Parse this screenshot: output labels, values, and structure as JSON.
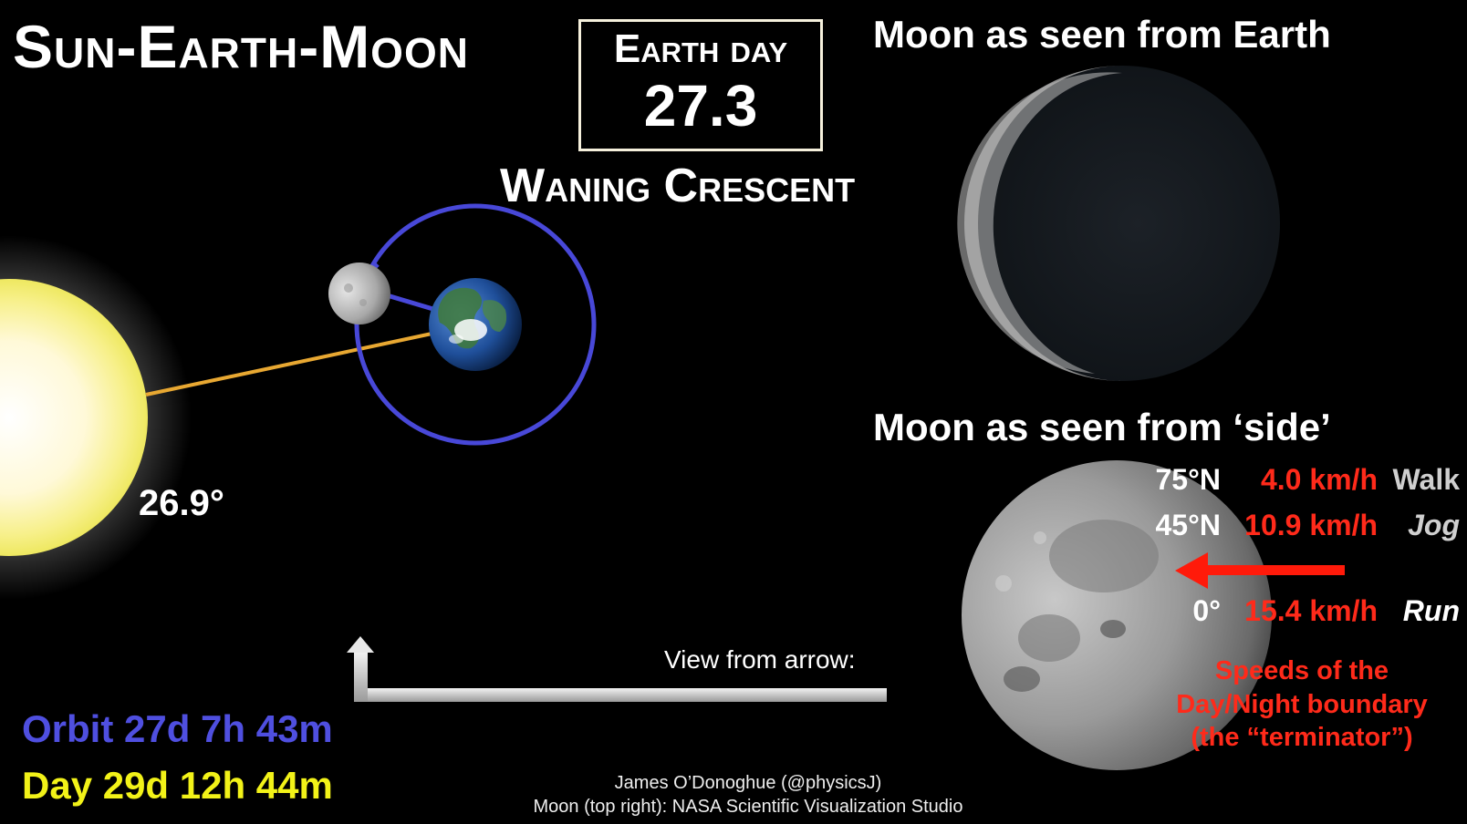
{
  "title": "Sun-Earth-Moon",
  "earth_day": {
    "label": "Earth day",
    "value": "27.3"
  },
  "phase_name": "Waning Crescent",
  "panels": {
    "top_heading": "Moon as seen from Earth",
    "side_heading": "Moon as seen from ‘side’"
  },
  "sun_angle": "26.9°",
  "view_label": "View from arrow:",
  "periods": {
    "orbit": "Orbit 27d 7h 43m",
    "day": "Day 29d 12h 44m"
  },
  "terminator_speeds": [
    {
      "latitude": "75°N",
      "speed": "4.0 km/h",
      "activity": "Walk"
    },
    {
      "latitude": "45°N",
      "speed": "10.9 km/h",
      "activity": "Jog"
    },
    {
      "latitude": "0°",
      "speed": "15.4 km/h",
      "activity": "Run"
    }
  ],
  "speeds_note": {
    "line1": "Speeds of the",
    "line2": "Day/Night boundary",
    "line3": "(the “terminator”)"
  },
  "credits": {
    "author": "James O’Donoghue (@physicsJ)",
    "source": "Moon (top right): NASA Scientific Visualization Studio"
  },
  "colors": {
    "orbit": "#4f4fe0",
    "day": "#f2f218",
    "speed": "#ff2a1a",
    "sun_line": "#e8a832",
    "sun": "#fffde0"
  },
  "icons": [
    "sun",
    "earth",
    "moon",
    "orbit-ring",
    "view-arrow",
    "direction-arrow"
  ]
}
